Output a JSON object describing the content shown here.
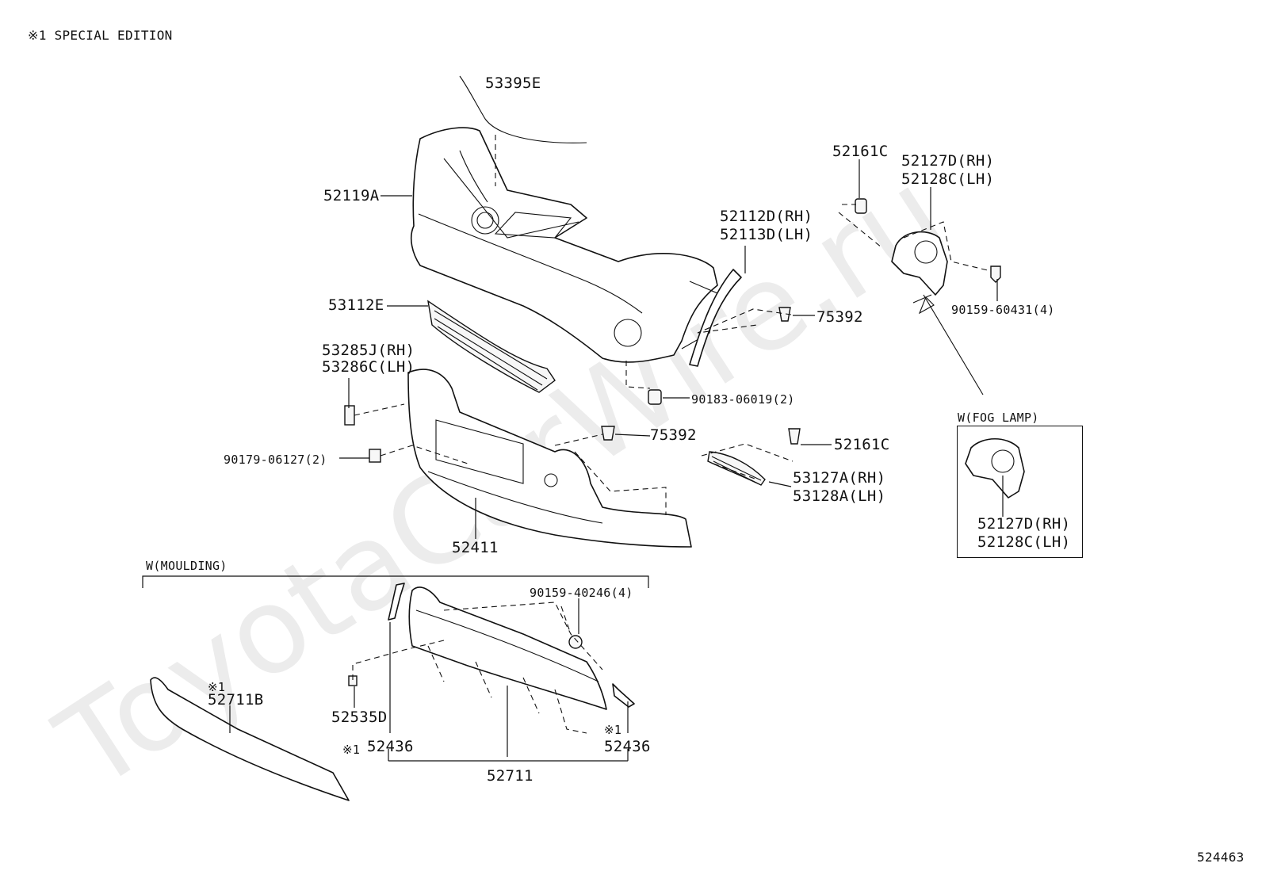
{
  "header_note": "※1 SPECIAL EDITION",
  "figure_number": "524463",
  "watermark": "ToyotaCarWire.ru",
  "groups": {
    "fog_lamp": "W(FOG LAMP)",
    "moulding": "W(MOULDING)"
  },
  "labels": {
    "p53395E": "53395E",
    "p52119A": "52119A",
    "p52161C_top": "52161C",
    "p52127D_top": "52127D(RH)",
    "p52128C_top": "52128C(LH)",
    "p52112D": "52112D(RH)",
    "p52113D": "52113D(LH)",
    "p53112E": "53112E",
    "p75392_top": "75392",
    "p90159_60431": "90159-60431(4)",
    "p53285J": "53285J(RH)",
    "p53286C": "53286C(LH)",
    "p90183": "90183-06019(2)",
    "p75392_mid": "75392",
    "p52161C_mid": "52161C",
    "p90179": "90179-06127(2)",
    "p53127A": "53127A(RH)",
    "p53128A": "53128A(LH)",
    "p52411": "52411",
    "p52127D_box": "52127D(RH)",
    "p52128C_box": "52128C(LH)",
    "p90159_40246": "90159-40246(4)",
    "p52711B_note": "※1",
    "p52711B": "52711B",
    "p52535D": "52535D",
    "p52436_left_note": "※1",
    "p52436_left": "52436",
    "p52436_right_note": "※1",
    "p52436_right": "52436",
    "p52711": "52711"
  }
}
